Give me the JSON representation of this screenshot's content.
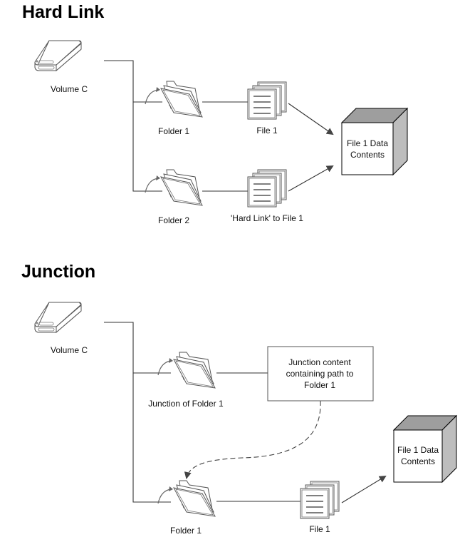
{
  "hard_link": {
    "title": "Hard Link",
    "volume_label": "Volume C",
    "folder1_label": "Folder 1",
    "folder2_label": "Folder 2",
    "file1_label": "File 1",
    "hardlink_label": "'Hard Link' to File 1",
    "data_line1": "File 1 Data",
    "data_line2": "Contents"
  },
  "junction": {
    "title": "Junction",
    "volume_label": "Volume C",
    "junction_folder_label": "Junction of Folder 1",
    "box_line1": "Junction content",
    "box_line2": "containing path to",
    "box_line3": "Folder 1",
    "folder1_label": "Folder 1",
    "file1_label": "File 1",
    "data_line1": "File 1 Data",
    "data_line2": "Contents"
  },
  "colors": {
    "cube_face": "#ffffff",
    "cube_side": "#bdbdbd",
    "cube_top": "#9e9e9e",
    "line": "#333333"
  }
}
